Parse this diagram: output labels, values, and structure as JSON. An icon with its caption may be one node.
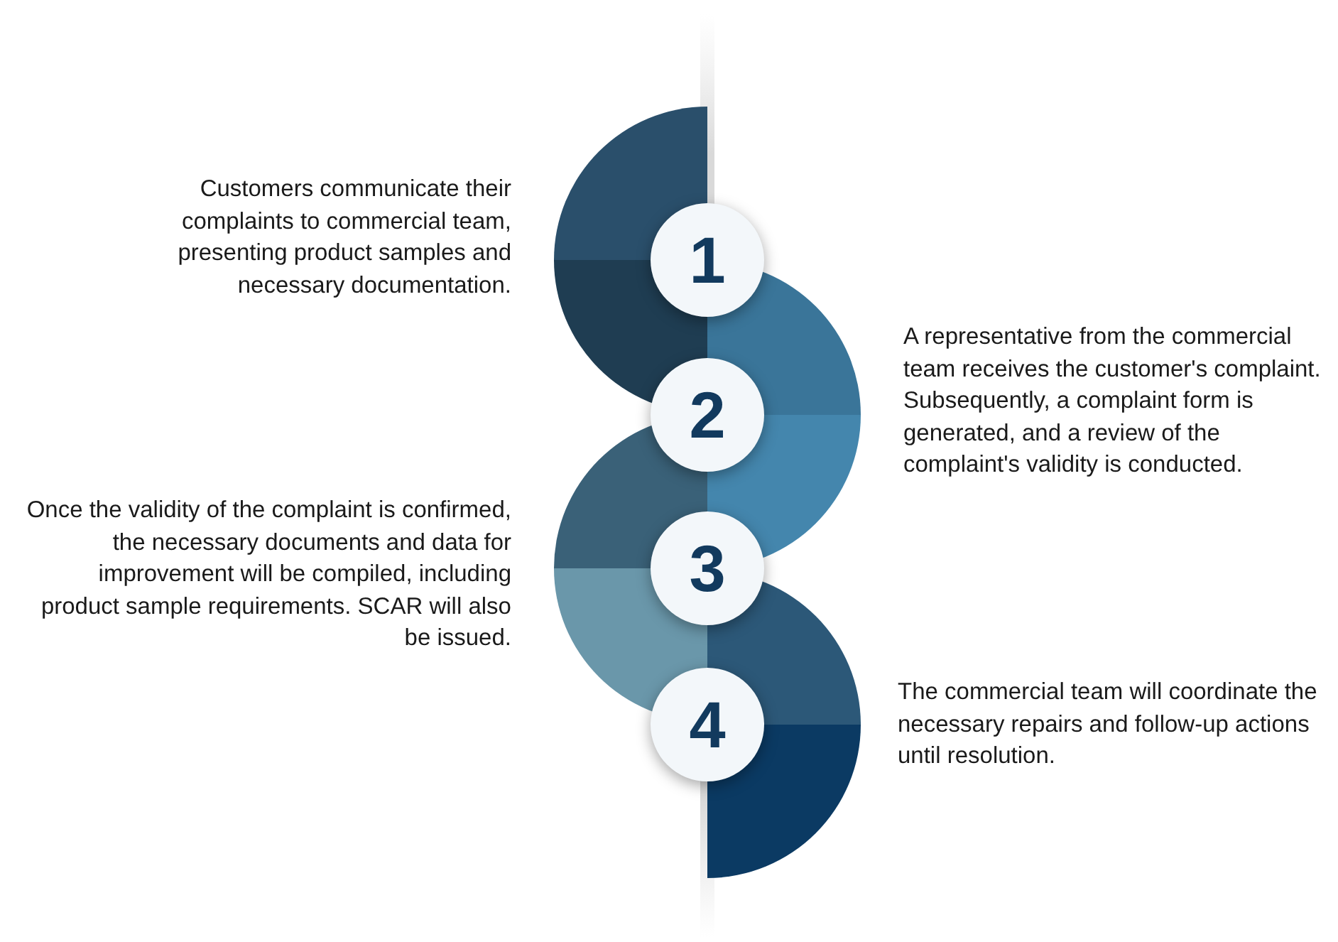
{
  "diagram": {
    "nodes": [
      {
        "text": [
          "1"
        ]
      },
      {
        "text": [
          "2"
        ]
      },
      {
        "text": [
          "3"
        ]
      },
      {
        "text": [
          "4"
        ]
      }
    ],
    "labels": [
      "Customers communicate their complaints to commercial team, presenting product samples and necessary documentation.",
      "A representative from the commercial team receives the customer's complaint. Subsequently, a complaint form is generated, and a review of the complaint's validity is conducted.",
      "Once the validity of the complaint is confirmed, the necessary documents and data for improvement will be compiled, including product sample requirements. SCAR will also be issued.",
      "The commercial team will coordinate the necessary repairs and follow-up actions until resolution."
    ]
  }
}
